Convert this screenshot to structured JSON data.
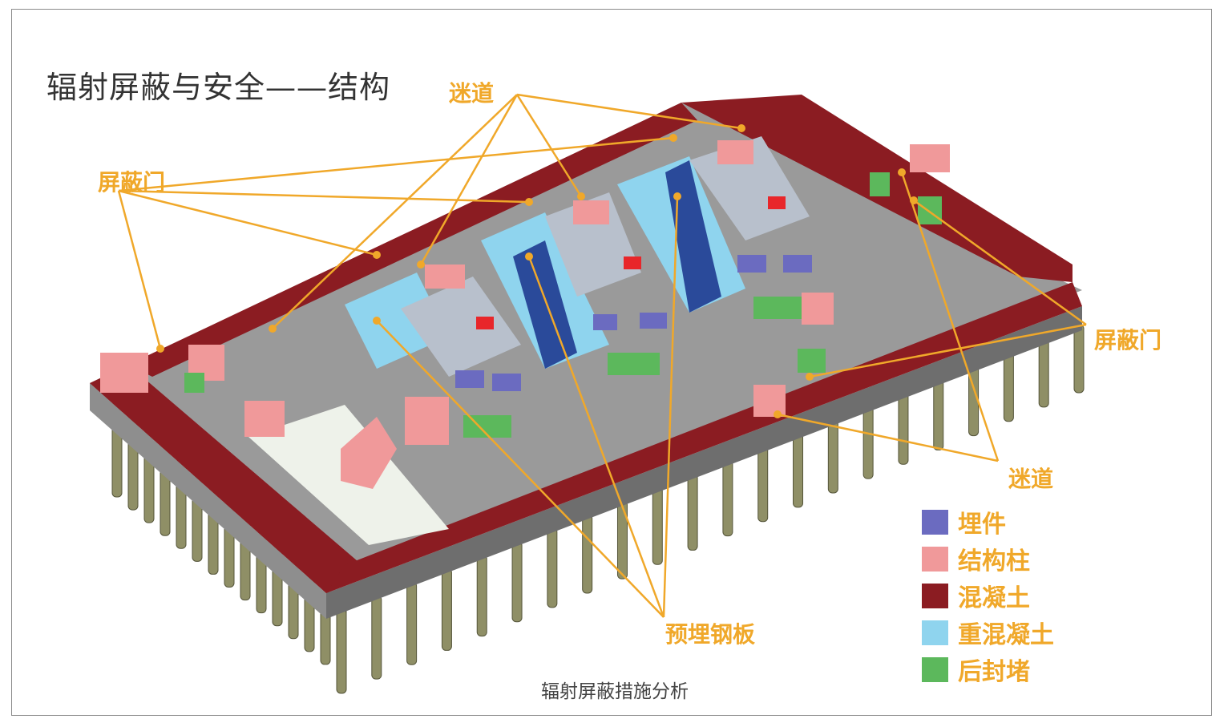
{
  "title": "辐射屏蔽与安全——结构",
  "caption": "辐射屏蔽措施分析",
  "labels": {
    "maze_top": "迷道",
    "door_left": "屏蔽门",
    "door_right": "屏蔽门",
    "maze_bottom": "迷道",
    "plate": "预埋钢板"
  },
  "colors": {
    "accent": "#f0a82a",
    "embedded": "#6b6bc0",
    "column": "#f0999a",
    "concrete": "#8b1c22",
    "heavy_concrete": "#8fd4ee",
    "post_seal": "#5cb85c"
  },
  "legend": [
    {
      "label": "埋件",
      "color": "#6b6bc0"
    },
    {
      "label": "结构柱",
      "color": "#f0999a"
    },
    {
      "label": "混凝土",
      "color": "#8b1c22"
    },
    {
      "label": "重混凝土",
      "color": "#8fd4ee"
    },
    {
      "label": "后封堵",
      "color": "#5cb85c"
    }
  ]
}
